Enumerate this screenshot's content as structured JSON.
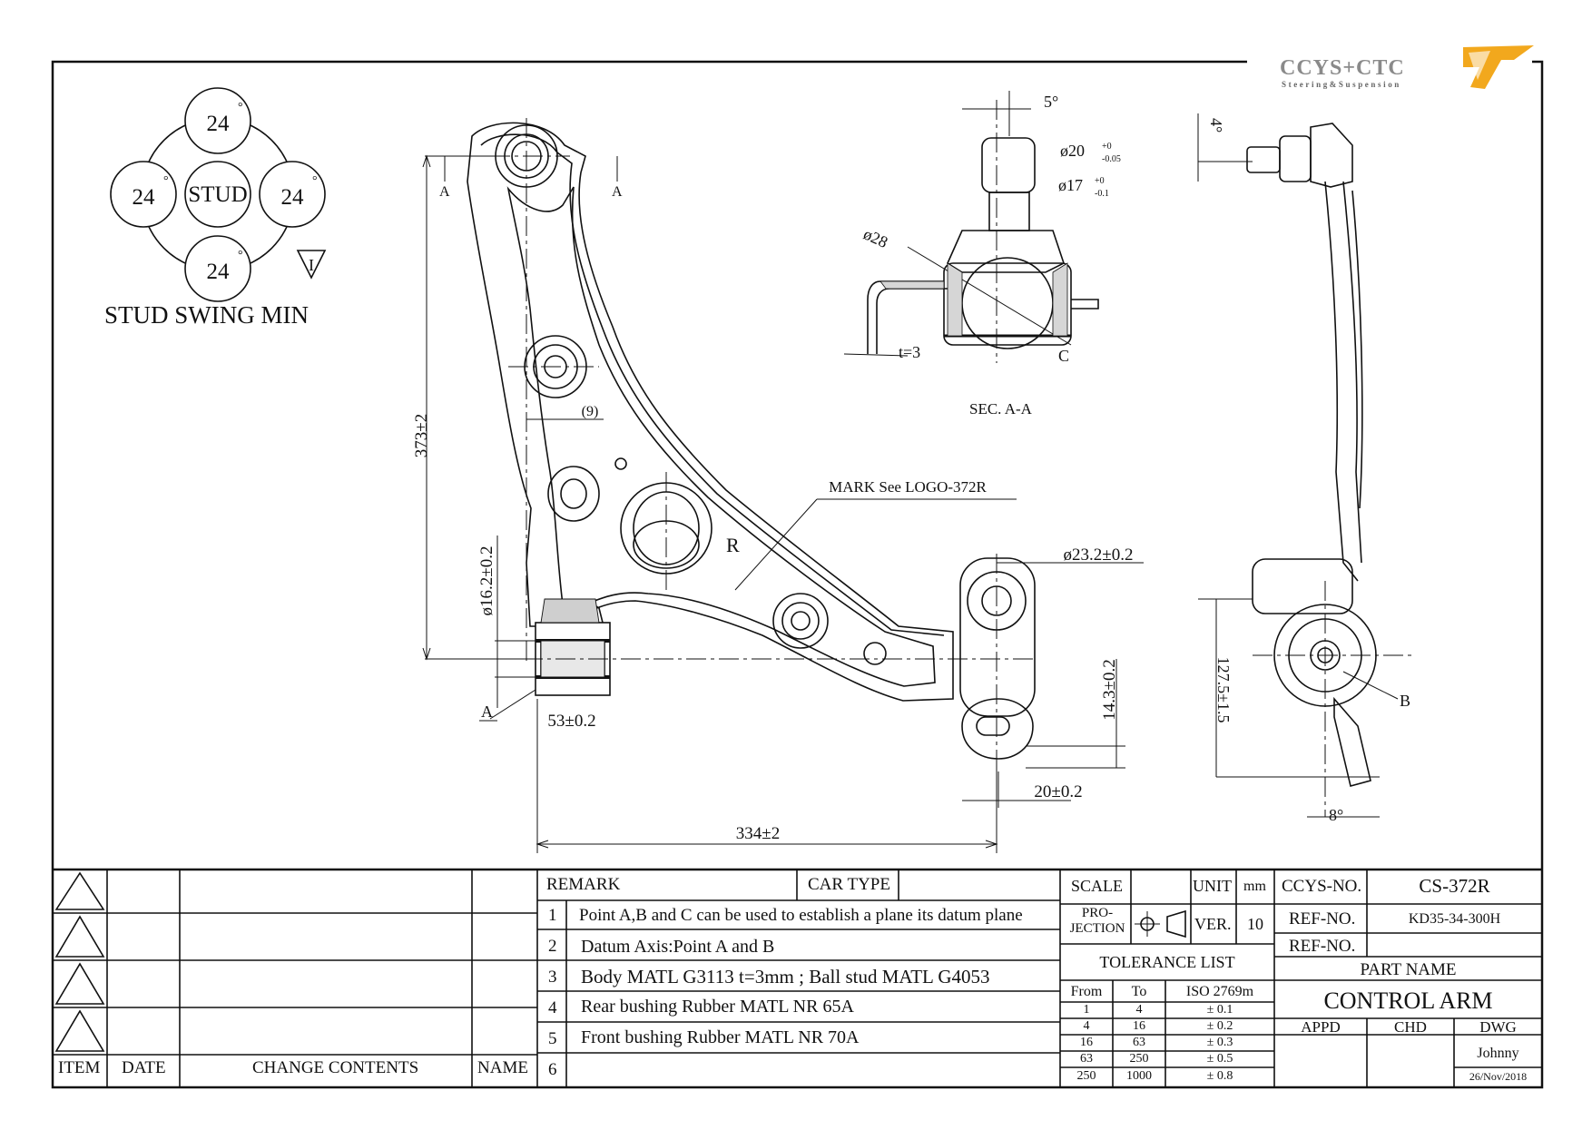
{
  "logo": {
    "brand": "CCYS+CTC",
    "tagline": "Steering&Suspension"
  },
  "stud_swing": {
    "center": "STUD",
    "top": "24",
    "left": "24",
    "right": "24",
    "bottom": "24",
    "degree": "°",
    "caption": "STUD SWING MIN",
    "symbol": "I"
  },
  "drawing": {
    "dims": {
      "height": "373±2",
      "bush_dia": "ø16.2±0.2",
      "bush_len": "53±0.2",
      "span": "334±2",
      "ring_dia": "ø23.2±0.2",
      "offset": "14.3±0.2",
      "slot": "20±0.2",
      "nine": "(9)",
      "mark": "MARK See LOGO-372R",
      "r_label": "R",
      "a_top_left": "A",
      "a_top_right": "A",
      "a_point": "A"
    },
    "section": {
      "angle": "5°",
      "d20": "ø20",
      "d20_tol_up": "+0",
      "d20_tol_dn": "-0.05",
      "d17": "ø17",
      "d17_tol_up": "+0",
      "d17_tol_dn": "-0.1",
      "d28": "ø28",
      "thickness": "t=3",
      "c_label": "C",
      "title": "SEC. A-A"
    },
    "side": {
      "angle": "4°",
      "len": "127.5±1.5",
      "b_label": "B",
      "angle8": "8°"
    }
  },
  "title_block": {
    "revision": {
      "headers": {
        "item": "ITEM",
        "date": "DATE",
        "change": "CHANGE CONTENTS",
        "name": "NAME"
      },
      "rows": 4
    },
    "remark_label": "REMARK",
    "car_type_label": "CAR TYPE",
    "remarks": [
      {
        "no": "1",
        "text": "Point A,B and C can be used to establish a plane its datum plane"
      },
      {
        "no": "2",
        "text": "Datum Axis:Point A and B"
      },
      {
        "no": "3",
        "text": "Body MATL G3113 t=3mm ; Ball stud MATL G4053"
      },
      {
        "no": "4",
        "text": "Rear bushing Rubber MATL NR 65A"
      },
      {
        "no": "5",
        "text": "Front bushing Rubber MATL NR 70A"
      },
      {
        "no": "6",
        "text": ""
      }
    ],
    "scale_label": "SCALE",
    "unit_label": "UNIT",
    "unit_value": "mm",
    "projection_label": "PRO-\nJECTION",
    "ver_label": "VER.",
    "ver_value": "10",
    "tolerance": {
      "title": "TOLERANCE LIST",
      "headers": [
        "From",
        "To",
        "ISO 2769m"
      ],
      "rows": [
        [
          "1",
          "4",
          "± 0.1"
        ],
        [
          "4",
          "16",
          "± 0.2"
        ],
        [
          "16",
          "63",
          "± 0.3"
        ],
        [
          "63",
          "250",
          "± 0.5"
        ],
        [
          "250",
          "1000",
          "± 0.8"
        ]
      ]
    },
    "ccys_no_label": "CCYS-NO.",
    "ccys_no": "CS-372R",
    "ref_no_label": "REF-NO.",
    "ref_no": "KD35-34-300H",
    "ref_no2_label": "REF-NO.",
    "ref_no2": "",
    "part_name_label": "PART NAME",
    "part_name": "CONTROL ARM",
    "appd_label": "APPD",
    "chd_label": "CHD",
    "dwg_label": "DWG",
    "dwg_by": "Johnny",
    "date": "26/Nov/2018"
  }
}
